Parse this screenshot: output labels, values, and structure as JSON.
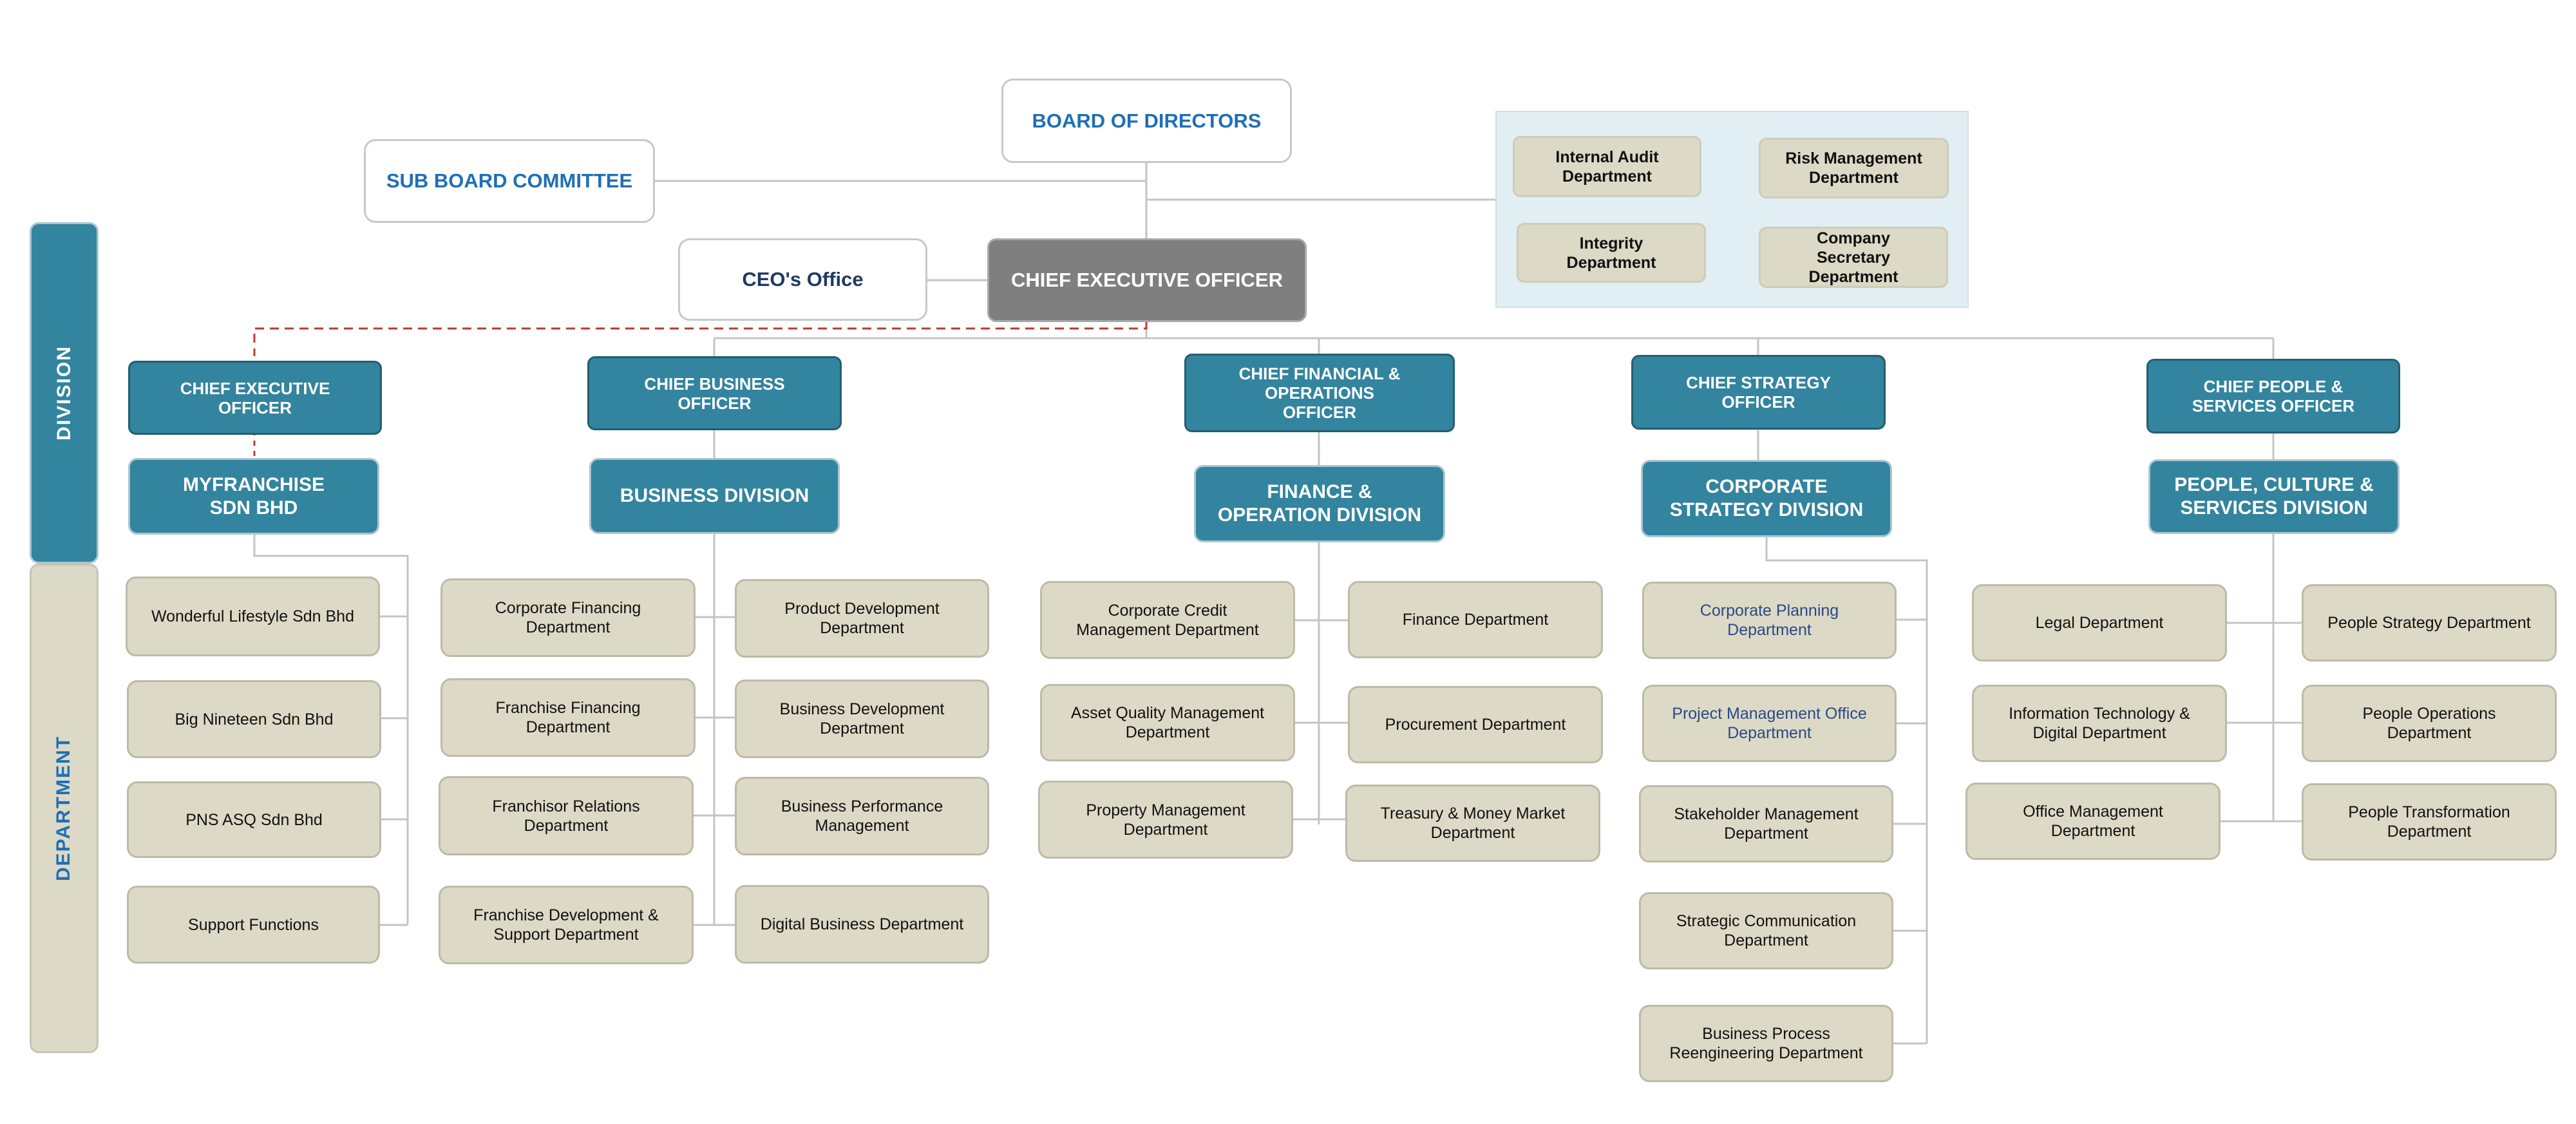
{
  "sidebar": {
    "division": "DIVISION",
    "department": "DEPARTMENT"
  },
  "board": "BOARD OF DIRECTORS",
  "sub_board": "SUB BOARD COMMITTEE",
  "ceo_office": "CEO's Office",
  "ceo": "CHIEF EXECUTIVE OFFICER",
  "audit_panel": [
    "Internal Audit\nDepartment",
    "Risk Management\nDepartment",
    "Integrity\nDepartment",
    "Company\nSecretary\nDepartment"
  ],
  "columns": [
    {
      "officer": "CHIEF EXECUTIVE\nOFFICER",
      "division": "MYFRANCHISE\nSDN BHD",
      "departments": [
        "Wonderful Lifestyle Sdn Bhd",
        "Big Nineteen Sdn Bhd",
        "PNS ASQ Sdn Bhd",
        "Support Functions"
      ]
    },
    {
      "officer": "CHIEF BUSINESS\nOFFICER",
      "division": "BUSINESS DIVISION",
      "departments": [
        "Corporate Financing\nDepartment",
        "Franchise Financing\nDepartment",
        "Franchisor Relations\nDepartment",
        "Franchise Development &\nSupport Department",
        "Product Development\nDepartment",
        "Business Development\nDepartment",
        "Business Performance\nManagement",
        "Digital Business Department"
      ]
    },
    {
      "officer": "CHIEF FINANCIAL &\nOPERATIONS\nOFFICER",
      "division": "FINANCE  &\nOPERATION DIVISION",
      "departments": [
        "Corporate Credit\nManagement Department",
        "Asset Quality Management\nDepartment",
        "Property Management\nDepartment",
        "Finance Department",
        "Procurement Department",
        "Treasury & Money Market\nDepartment"
      ]
    },
    {
      "officer": "CHIEF STRATEGY\nOFFICER",
      "division": "CORPORATE\nSTRATEGY DIVISION",
      "departments": [
        "Corporate Planning\nDepartment",
        "Project Management Office\nDepartment",
        "Stakeholder Management\nDepartment",
        "Strategic Communication\nDepartment",
        "Business Process\nReengineering Department"
      ]
    },
    {
      "officer": "CHIEF PEOPLE &\nSERVICES OFFICER",
      "division": "PEOPLE, CULTURE &\nSERVICES DIVISION",
      "departments": [
        "Legal Department",
        "Information Technology &\nDigital Department",
        "Office Management\nDepartment",
        "People Strategy Department",
        "People Operations\nDepartment",
        "People Transformation\nDepartment"
      ]
    }
  ],
  "colors": {
    "teal": "#33849e",
    "beige": "#dcd9c6",
    "ceo_grey": "#7f7f7f",
    "title_blue": "#1f6fb5",
    "dashed_red": "#c0392b",
    "panel": "#e1eef3"
  }
}
